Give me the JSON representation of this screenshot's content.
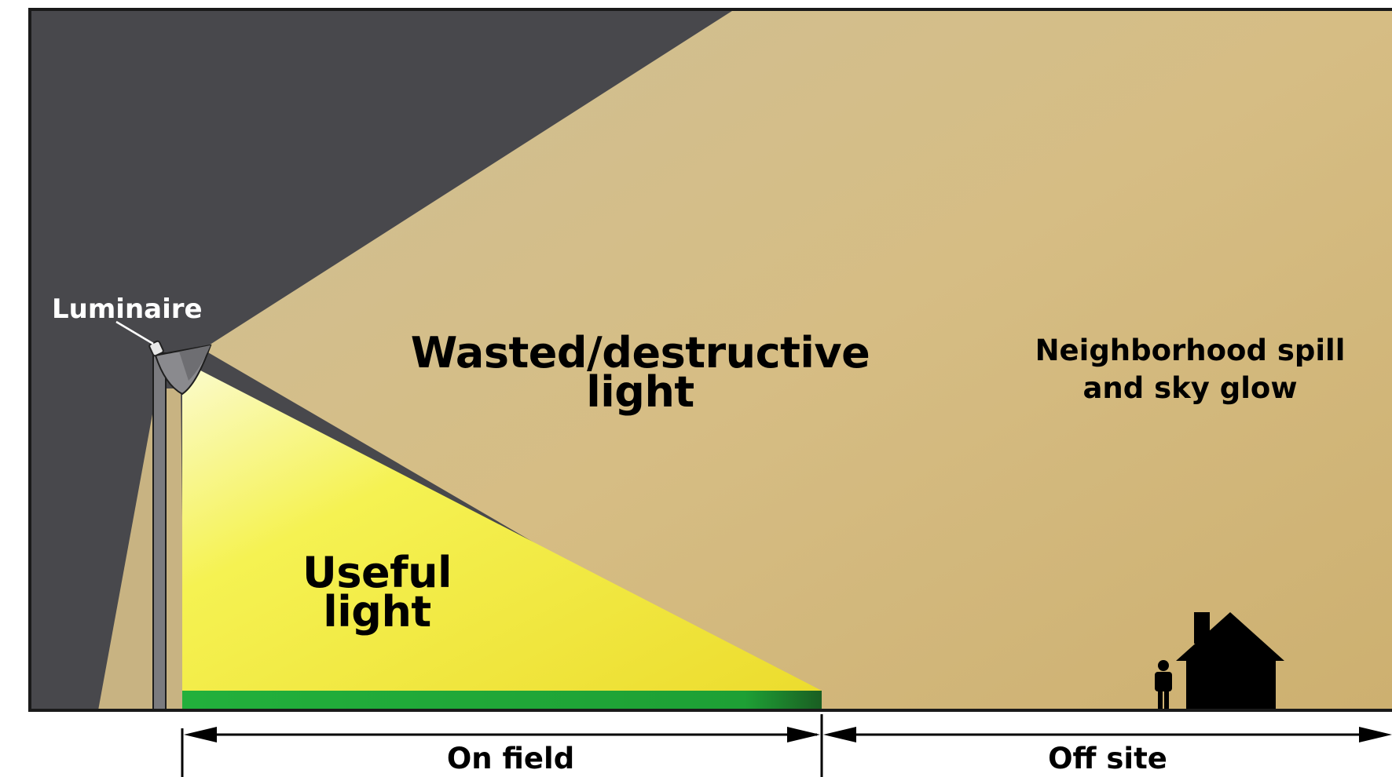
{
  "labels": {
    "luminaire": "Luminaire",
    "wasted_line1": "Wasted/destructive",
    "wasted_line2": "light",
    "useful_line1": "Useful",
    "useful_line2": "light",
    "spill_line1": "Neighborhood spill",
    "spill_line2": "and sky glow",
    "on_field": "On field",
    "off_site": "Off site"
  },
  "colors": {
    "night_sky": "#48484c",
    "wasted_light": "#d3ba84",
    "useful_light": "#f4f03c",
    "field": "#22a63a",
    "silhouette": "#000000"
  }
}
